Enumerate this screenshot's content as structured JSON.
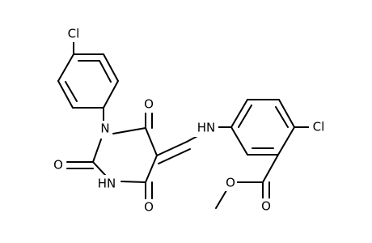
{
  "molecule": {
    "atoms": {
      "cl_top": "Cl",
      "n_ring": "N",
      "o_upper": "O",
      "o_left": "O",
      "nh_ring": "HN",
      "o_lower": "O",
      "nh_link": "HN",
      "cl_right": "Cl",
      "o_carbonyl": "O",
      "o_ester": "O"
    }
  }
}
